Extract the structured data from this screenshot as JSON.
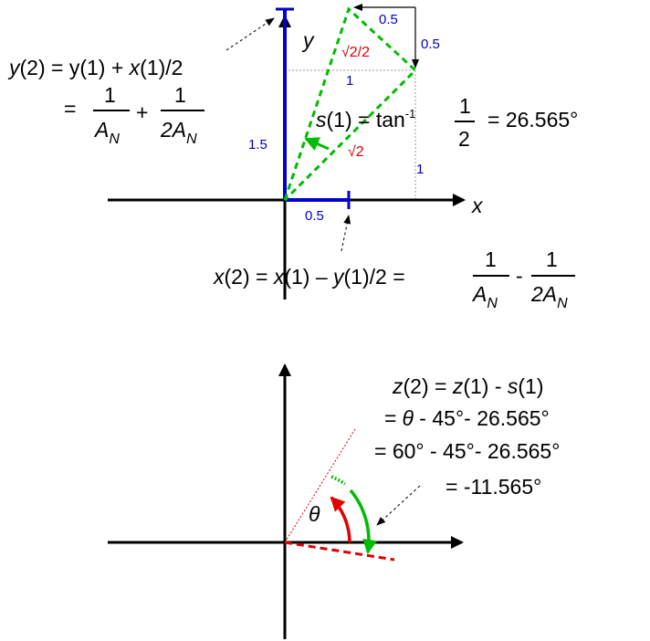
{
  "top": {
    "axis_x": "x",
    "axis_y": "y",
    "lbl_half_top": "0.5",
    "lbl_half_right": "0.5",
    "lbl_one_top": "1",
    "lbl_one_right": "1",
    "lbl_one_five": "1.5",
    "lbl_half_bottom": "0.5",
    "lbl_sqrt2_over_2": "√2/2",
    "lbl_sqrt2": "√2",
    "y2_lhs_y2": "y",
    "y2_lhs_rest": "(2) = y(1) + ",
    "y2_x": "x",
    "y2_tail": "(1)/2",
    "y2_eq": "=",
    "frac_one": "1",
    "frac_A": "A",
    "frac_N": "N",
    "frac_two_A": "2A",
    "plus": "+",
    "minus": "-",
    "s1_s": "s",
    "s1_text": "(1) = tan",
    "s1_sup": "-1",
    "s1_num": "1",
    "s1_den": "2",
    "s1_result": "= 26.565°",
    "x2_x": "x",
    "x2_a": "(2) = ",
    "x2_x1": "x",
    "x2_b": "(1) – ",
    "x2_y1": "y",
    "x2_c": "(1)/2  ="
  },
  "bottom": {
    "theta": "θ",
    "z_line1_z": "z",
    "z_line1_a": "(2) = ",
    "z_line1_z1": "z",
    "z_line1_b": "(1) - ",
    "z_line1_s": "s",
    "z_line1_c": "(1)",
    "z_line2_eq": "=",
    "z_line2_theta": "θ",
    "z_line2_rest": " - 45°- 26.565°",
    "z_line3": "= 60° - 45°- 26.565°",
    "z_line4": "= -11.565°"
  },
  "colors": {
    "axis": "#000000",
    "blue": "#0000cc",
    "green": "#00bb00",
    "red": "#e00000",
    "guide": "#999999"
  }
}
